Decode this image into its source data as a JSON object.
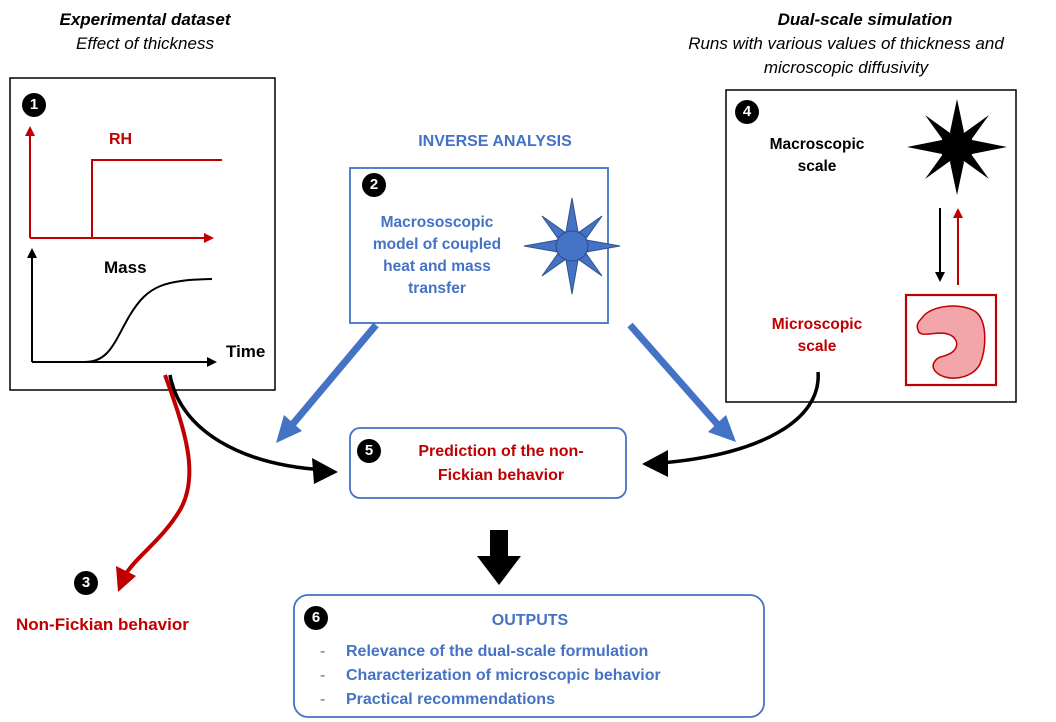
{
  "left_header": {
    "title": "Experimental dataset",
    "subtitle": "Effect of thickness"
  },
  "right_header": {
    "title": "Dual-scale simulation",
    "subtitle_line1": "Runs with various values of thickness and",
    "subtitle_line2": "microscopic diffusivity"
  },
  "box1": {
    "number": "1",
    "rh_label": "RH",
    "mass_label": "Mass",
    "time_label": "Time"
  },
  "inverse_analysis": {
    "header": "INVERSE ANALYSIS",
    "number": "2",
    "lines": [
      "Macrososcopic",
      "model of coupled",
      "heat and mass",
      "transfer"
    ]
  },
  "node3": {
    "number": "3",
    "label": "Non-Fickian behavior"
  },
  "box4": {
    "number": "4",
    "macro_lines": [
      "Macroscopic",
      "scale"
    ],
    "micro_lines": [
      "Microscopic",
      "scale"
    ]
  },
  "box5": {
    "number": "5",
    "lines": [
      "Prediction of the non-",
      "Fickian behavior"
    ]
  },
  "box6": {
    "number": "6",
    "header": "OUTPUTS",
    "items": [
      "Relevance of the dual-scale formulation",
      "Characterization of microscopic behavior",
      "Practical recommendations"
    ],
    "bullet": "-"
  },
  "colors": {
    "blue": "#4472c4",
    "red": "#c00000",
    "black": "#000000",
    "light_red_fill": "#f2a6aa"
  }
}
